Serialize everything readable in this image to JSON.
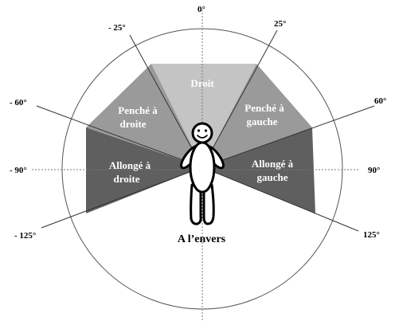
{
  "angles": {
    "top": "0°",
    "left_25": "- 25°",
    "right_25": "25°",
    "left_60": "- 60°",
    "right_60": "60°",
    "left_90": "- 90°",
    "right_90": "90°",
    "left_125": "- 125°",
    "right_125": "125°"
  },
  "zones": {
    "droit": "Droit",
    "penche_droite_1": "Penché à",
    "penche_droite_2": "droite",
    "penche_gauche_1": "Penché à",
    "penche_gauche_2": "gauche",
    "allonge_droite_1": "Allongé à",
    "allonge_droite_2": "droite",
    "allonge_gauche_1": "Allongé à",
    "allonge_gauche_2": "gauche",
    "envers": "A l’envers"
  },
  "colors": {
    "droit": "#c4c4c4",
    "penche": "#9a9a9a",
    "allonge": "#5f5f5f"
  }
}
